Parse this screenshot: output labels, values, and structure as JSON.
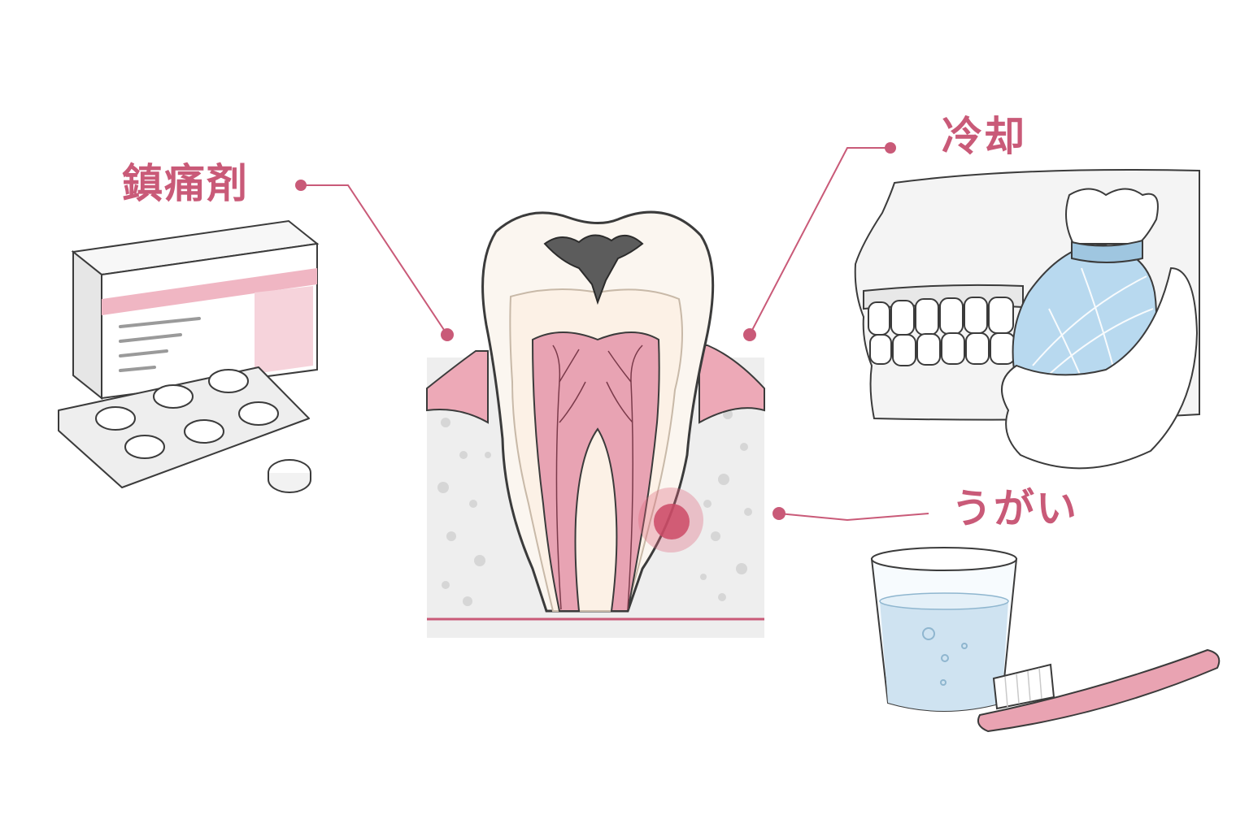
{
  "labels": {
    "painkiller": "鎮痛剤",
    "cooling": "冷却",
    "gargle": "うがい"
  },
  "colors": {
    "accent": "#c95a78",
    "gum": "#eda9b7",
    "pulp": "#e8a3b3",
    "enamel": "#fbf6f0",
    "outline": "#3b3b3b",
    "bone": "#eeeeee",
    "water": "#cfe3f1",
    "ice": "#b8d9ef",
    "box_stripe": "#f0b6c3"
  },
  "icons": {
    "tooth": "tooth-cross-section-icon",
    "pills": "painkiller-tablets-icon",
    "ice": "ice-pack-cheek-icon",
    "cup": "water-cup-icon",
    "brush": "toothbrush-icon"
  }
}
